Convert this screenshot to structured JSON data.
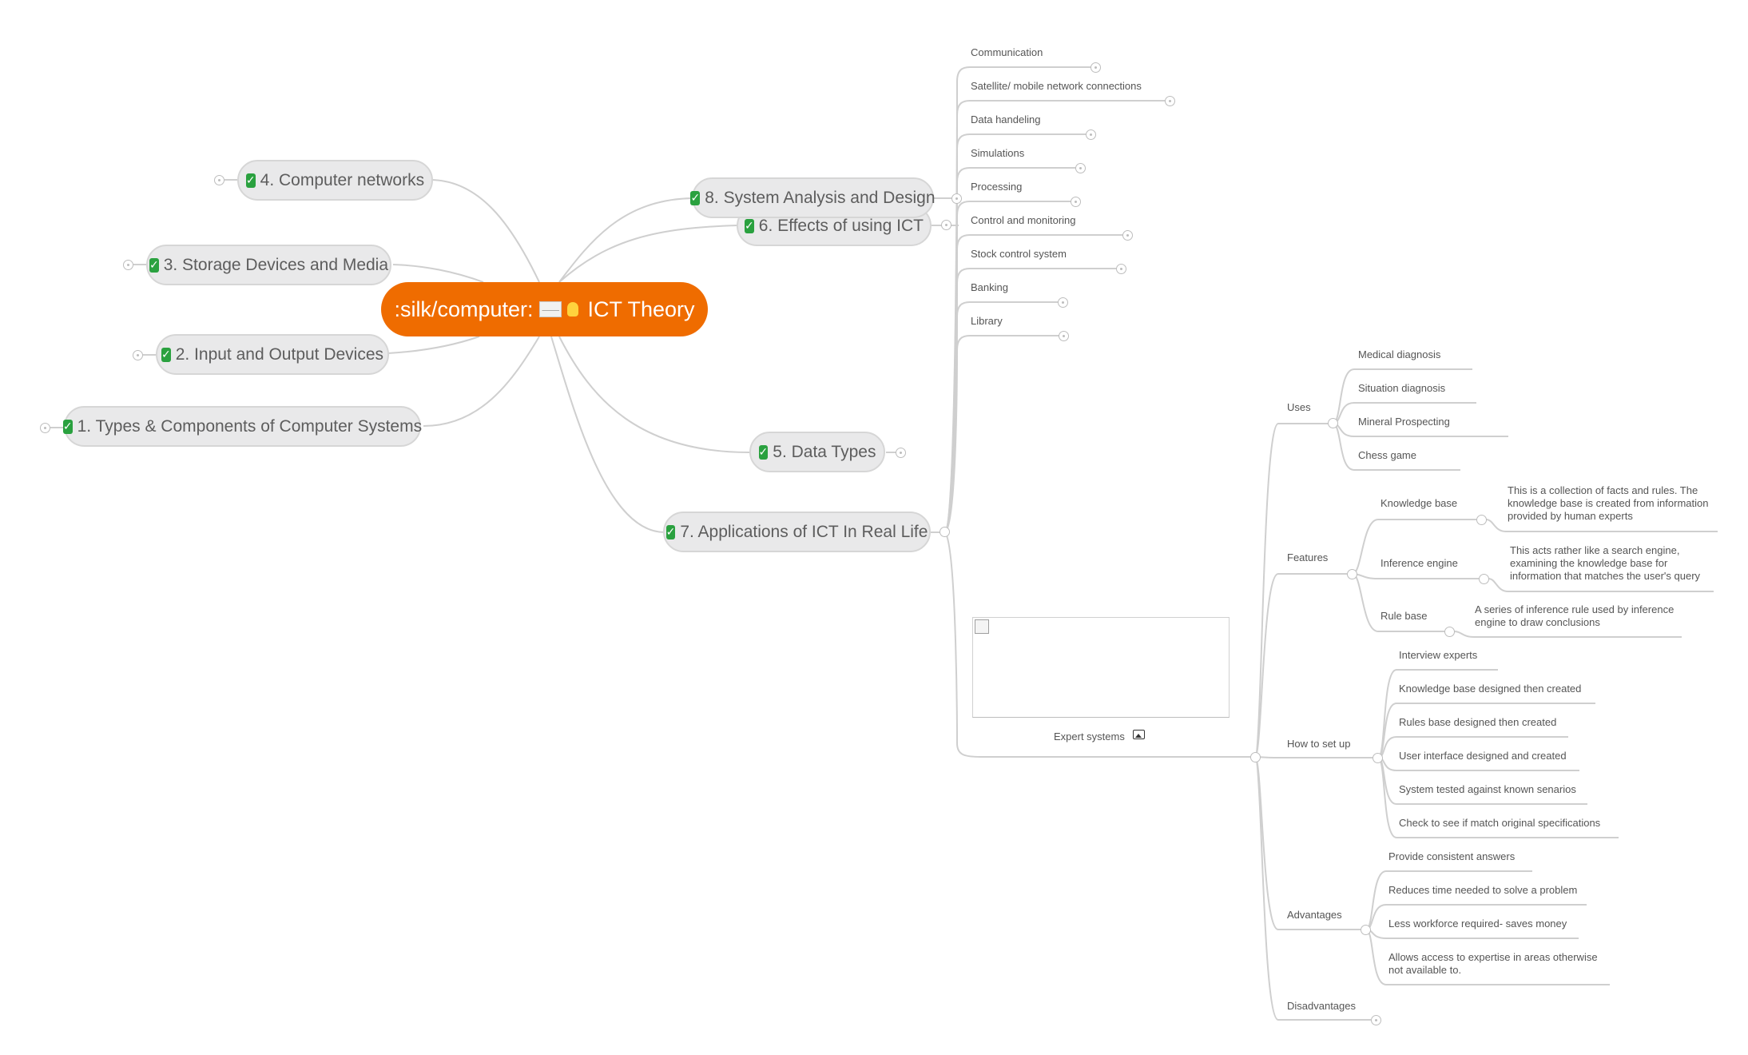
{
  "root": {
    "label": ":silk/computer:",
    "title": "ICT Theory",
    "icons": [
      "envelope-icon",
      "lightbulb-icon"
    ],
    "color": "#ef6c00"
  },
  "branches": {
    "computer_networks": "4. Computer networks",
    "storage_devices": "3. Storage Devices and Media",
    "input_output": "2. Input and Output Devices",
    "types_components": "1. Types & Components of Computer Systems",
    "system_analysis": "8. System Analysis and Design",
    "effects_ict": "6. Effects of using ICT",
    "data_types": "5. Data Types",
    "applications": "7. Applications of ICT In Real Life"
  },
  "applications_items": [
    "Communication",
    "Satellite/ mobile network connections",
    "Data handeling",
    "Simulations",
    "Processing",
    "Control and monitoring",
    "Stock control system",
    "Banking",
    "Library"
  ],
  "expert_systems": {
    "label": "Expert systems",
    "uses": {
      "label": "Uses",
      "items": [
        "Medical diagnosis",
        "Situation diagnosis",
        "Mineral Prospecting",
        "Chess game"
      ]
    },
    "features": {
      "label": "Features",
      "knowledge_base": {
        "label": "Knowledge base",
        "desc": "This is a collection of facts and rules. The knowledge base is created from information provided by human experts"
      },
      "inference_engine": {
        "label": "Inference engine",
        "desc": "This acts rather like a search engine, examining the knowledge base for information that matches the user's query"
      },
      "rule_base": {
        "label": "Rule base",
        "desc": "A series of inference rule used by inference engine to draw conclusions"
      }
    },
    "setup": {
      "label": "How to set up",
      "items": [
        "Interview experts",
        "Knowledge base designed then created",
        "Rules base designed then created",
        "User interface designed and created",
        "System tested against known senarios",
        "Check to see if match original specifications"
      ]
    },
    "advantages": {
      "label": "Advantages",
      "items": [
        "Provide consistent answers",
        "Reduces time needed to solve a problem",
        "Less workforce required- saves money",
        "Allows access to expertise in areas otherwise not available to."
      ]
    },
    "disadvantages": {
      "label": "Disadvantages"
    }
  },
  "colors": {
    "line": "#cfcfcf",
    "pill_bg": "#e9e9ea",
    "check": "#2aa13f"
  }
}
